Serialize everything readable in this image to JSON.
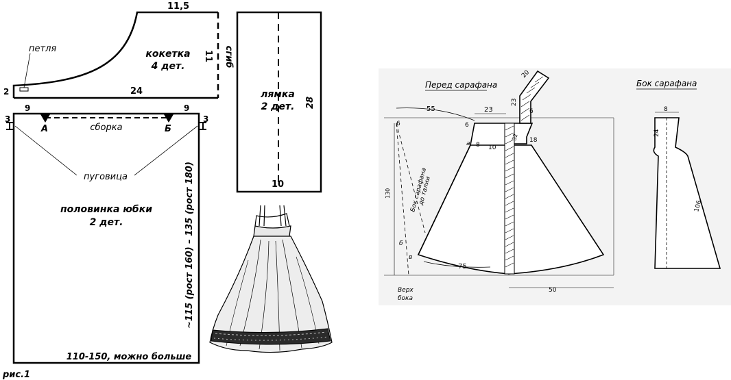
{
  "left_pattern": {
    "yoke": {
      "top_width": "11,5",
      "height": "11",
      "fold": "сгиб",
      "bottom_width": "24",
      "left_edge": "2",
      "loop": "петля",
      "title_line1": "кокетка",
      "title_line2": "4 дет."
    },
    "strap": {
      "title_line1": "лямка",
      "title_line2": "2 дет.",
      "length": "28",
      "width": "10"
    },
    "skirt": {
      "left_offset": "9",
      "right_offset": "9",
      "left_edge": "3",
      "right_edge": "3",
      "point_a": "А",
      "point_b": "Б",
      "gather": "сборка",
      "button": "пуговица",
      "title_line1": "половинка юбки",
      "title_line2": "2 дет.",
      "length_label": "~115 (рост 160) – 135 (рост 180)",
      "width_label": "110-150, можно больше"
    },
    "figure_caption": "рис.1"
  },
  "right_pattern": {
    "front": {
      "title": "Перед сарафана",
      "dim_55": "55",
      "dim_23": "23",
      "dim_6a": "6",
      "dim_6b": "6",
      "dim_6c": "6",
      "dim_8": "8",
      "dim_10": "10",
      "dim_18": "18",
      "dim_32": "32",
      "dim_23_strap": "23",
      "dim_20": "20",
      "dim_130": "130",
      "dim_75": "75",
      "dim_50": "50",
      "point_a": "а",
      "point_b": "б",
      "point_v": "в",
      "side_label_line1": "Бок сарафана",
      "side_label_line2": "до талии",
      "hem_label_line1": "Верх",
      "hem_label_line2": "бока"
    },
    "side": {
      "title": "Бок сарафана",
      "dim_8": "8",
      "dim_24": "24",
      "dim_106": "106"
    }
  }
}
